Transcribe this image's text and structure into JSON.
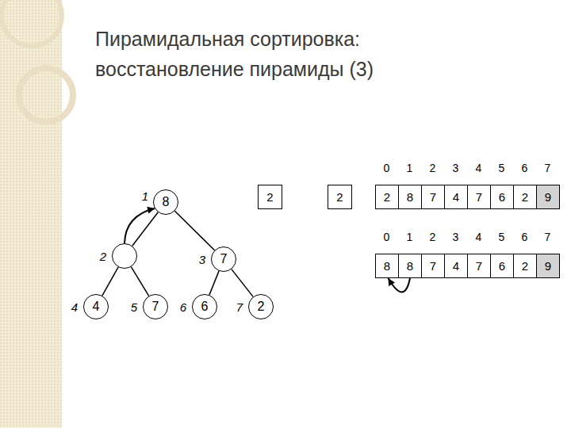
{
  "diagram": {
    "title": "Пирамидальная сортировка: восстановление пирамиды (3)",
    "nodes": [
      {
        "text": [
          "1",
          "8"
        ]
      },
      {
        "text": [
          "2"
        ]
      },
      {
        "text": [
          "3",
          "7"
        ]
      },
      {
        "text": [
          "4",
          "4"
        ]
      },
      {
        "text": [
          "5",
          "7"
        ]
      },
      {
        "text": [
          "6",
          "6"
        ]
      },
      {
        "text": [
          "7",
          "2"
        ]
      },
      {
        "text": [
          "2"
        ]
      },
      {
        "text": [
          "2"
        ]
      },
      {
        "text": [
          "2"
        ]
      },
      {
        "text": [
          "8"
        ]
      },
      {
        "text": [
          "7"
        ]
      },
      {
        "text": [
          "4"
        ]
      },
      {
        "text": [
          "7"
        ]
      },
      {
        "text": [
          "6"
        ]
      },
      {
        "text": [
          "2"
        ]
      },
      {
        "text": [
          "9"
        ]
      },
      {
        "text": [
          "8"
        ]
      },
      {
        "text": [
          "8"
        ]
      },
      {
        "text": [
          "7"
        ]
      },
      {
        "text": [
          "4"
        ]
      },
      {
        "text": [
          "7"
        ]
      },
      {
        "text": [
          "6"
        ]
      },
      {
        "text": [
          "2"
        ]
      },
      {
        "text": [
          "9"
        ]
      }
    ],
    "edges": [
      {
        "from": 0,
        "to": 1,
        "arrow": "none"
      },
      {
        "from": 0,
        "to": 2,
        "arrow": "none"
      },
      {
        "from": 1,
        "to": 3,
        "arrow": "none"
      },
      {
        "from": 1,
        "to": 4,
        "arrow": "none"
      },
      {
        "from": 2,
        "to": 5,
        "arrow": "none"
      },
      {
        "from": 2,
        "to": 6,
        "arrow": "none"
      },
      {
        "from": 1,
        "to": 0,
        "arrow": "to"
      },
      {
        "from": 18,
        "to": 17,
        "arrow": "to"
      }
    ],
    "labels": [
      "0",
      "1",
      "2",
      "3",
      "4",
      "5",
      "6",
      "7",
      "0",
      "1",
      "2",
      "3",
      "4",
      "5",
      "6",
      "7"
    ]
  }
}
